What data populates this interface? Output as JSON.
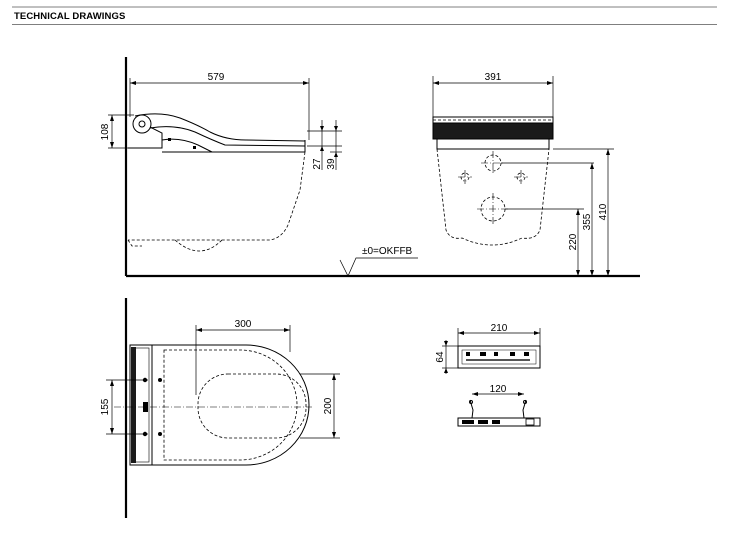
{
  "header": {
    "section_title": "TECHNICAL DRAWINGS"
  },
  "side_view": {
    "width_dim": "579",
    "seat_height_dim": "108",
    "lid_gap_dim": "27",
    "seat_gap_dim": "39",
    "floor_label": "±0=OKFFB"
  },
  "front_view": {
    "width_dim": "391",
    "height_410": "410",
    "height_355": "355",
    "height_220": "220"
  },
  "top_view": {
    "length_dim": "300",
    "width_dim": "200",
    "fixing_dim": "155"
  },
  "remote": {
    "width_dim": "210",
    "height_dim": "64",
    "bracket_dim": "120"
  }
}
